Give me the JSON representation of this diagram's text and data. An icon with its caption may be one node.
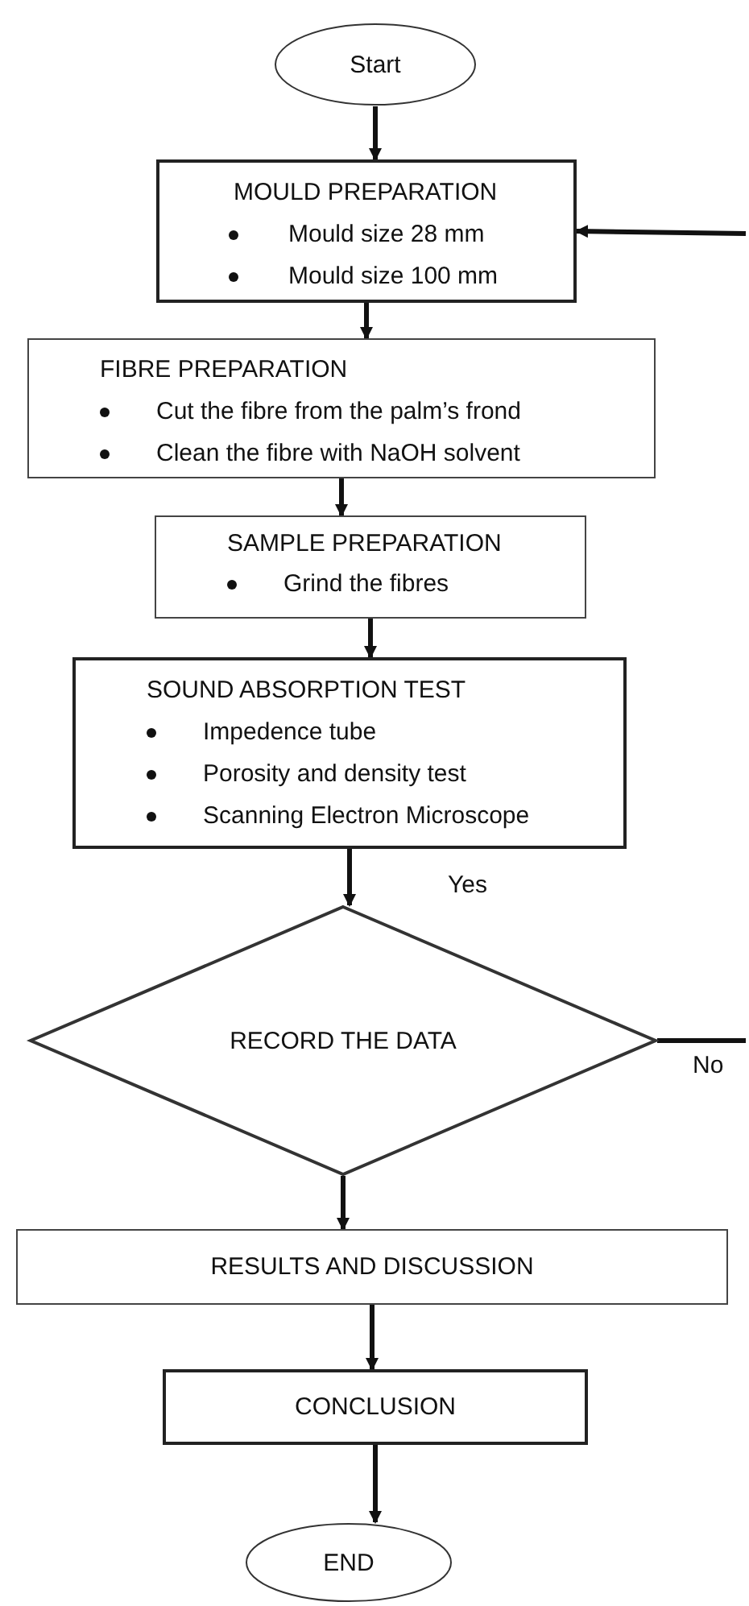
{
  "diagram": {
    "nodes": [
      {
        "text": [
          "Start"
        ]
      },
      {
        "text": [
          "MOULD PREPARATION",
          "Mould size 28 mm",
          "Mould size 100 mm"
        ]
      },
      {
        "text": [
          "FIBRE PREPARATION",
          "Cut the fibre from the palm’s frond",
          "Clean the fibre with NaOH solvent"
        ]
      },
      {
        "text": [
          "SAMPLE PREPARATION",
          "Grind the fibres"
        ]
      },
      {
        "text": [
          "SOUND ABSORPTION TEST",
          "Impedence tube",
          "Porosity and density test",
          "Scanning Electron Microscope"
        ]
      },
      {
        "text": [
          "RECORD THE DATA"
        ]
      },
      {
        "text": [
          "RESULTS AND DISCUSSION"
        ]
      },
      {
        "text": [
          "CONCLUSION"
        ]
      },
      {
        "text": [
          "END"
        ]
      }
    ],
    "edges": [
      {
        "from": 0,
        "to": 1,
        "arrow": "to"
      },
      {
        "from": 1,
        "to": 2,
        "arrow": "to"
      },
      {
        "from": 2,
        "to": 3,
        "arrow": "to"
      },
      {
        "from": 3,
        "to": 4,
        "arrow": "to"
      },
      {
        "from": 4,
        "to": 5,
        "arrow": "to",
        "label": "Yes"
      },
      {
        "from": 5,
        "to": null,
        "arrow": "none",
        "label": "No"
      },
      {
        "from": null,
        "to": 1,
        "arrow": "to"
      },
      {
        "from": 5,
        "to": 6,
        "arrow": "to"
      },
      {
        "from": 6,
        "to": 7,
        "arrow": "to"
      },
      {
        "from": 7,
        "to": 8,
        "arrow": "to"
      }
    ]
  }
}
